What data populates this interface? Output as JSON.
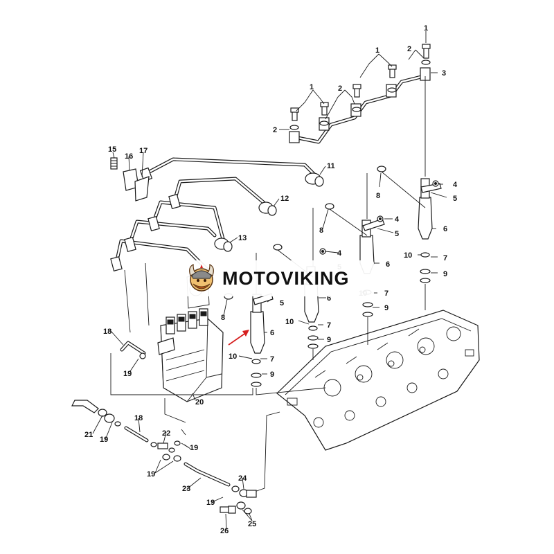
{
  "watermark": {
    "brand": "MOTOVIKING",
    "logo_icon": "viking-mascot-icon"
  },
  "callouts": {
    "c1a": "1",
    "c1b": "1",
    "c1c": "1",
    "c2a": "2",
    "c2b": "2",
    "c2c": "2",
    "c3": "3",
    "c4a": "4",
    "c4b": "4",
    "c4c": "4",
    "c5a": "5",
    "c5b": "5",
    "c5c": "5",
    "c5d": "5",
    "c6a": "6",
    "c6b": "6",
    "c6c": "6",
    "c6d": "6",
    "c7a": "7",
    "c7b": "7",
    "c7c": "7",
    "c7d": "7",
    "c8a": "8",
    "c8b": "8",
    "c8c": "8",
    "c9a": "9",
    "c9b": "9",
    "c9c": "9",
    "c9d": "9",
    "c10a": "10",
    "c10b": "10",
    "c10c": "10",
    "c10d": "10",
    "c11": "11",
    "c12": "12",
    "c13": "13",
    "c15": "15",
    "c16": "16",
    "c17": "17",
    "c18a": "18",
    "c18b": "18",
    "c19a": "19",
    "c19b": "19",
    "c19c": "19",
    "c19d": "19",
    "c19e": "19",
    "c20": "20",
    "c21": "21",
    "c22": "22",
    "c23": "23",
    "c24": "24",
    "c25": "25",
    "c26": "26"
  },
  "colors": {
    "line": "#1a1a1a",
    "indicator_arrow": "#d62020",
    "background": "#ffffff"
  }
}
